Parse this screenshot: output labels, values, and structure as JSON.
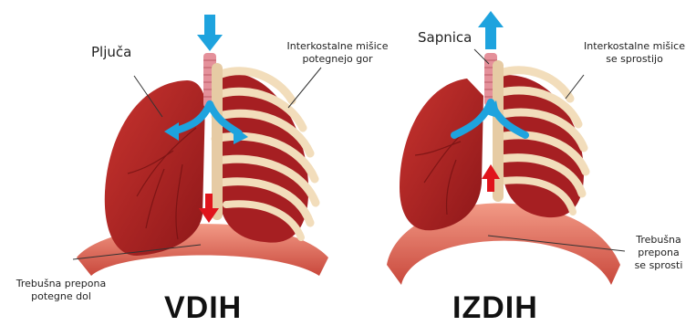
{
  "colors": {
    "lung": "#b8262a",
    "lung_dark": "#8e1719",
    "rib": "#f2ddbb",
    "rib_shadow": "#d7b98f",
    "diaphragm": "#e07462",
    "trachea": "#e4909a",
    "air_arrow": "#1ea3de",
    "muscle_arrow": "#e0141c"
  },
  "icons": {
    "inhale_arrow": "arrow-down-icon",
    "exhale_arrow": "arrow-up-icon"
  },
  "left": {
    "lungs_label": "Pljuča",
    "muscles_label_1": "Interkostalne mišice",
    "muscles_label_2": "potegnejo gor",
    "diaphragm_label_1": "Trebušna prepona",
    "diaphragm_label_2": "potegne dol",
    "title": "VDIH"
  },
  "right": {
    "trachea_label": "Sapnica",
    "muscles_label_1": "Interkostalne mišice",
    "muscles_label_2": "se sprostijo",
    "diaphragm_label_1": "Trebušna",
    "diaphragm_label_2": "prepona",
    "diaphragm_label_3": "se sprosti",
    "title": "IZDIH"
  }
}
